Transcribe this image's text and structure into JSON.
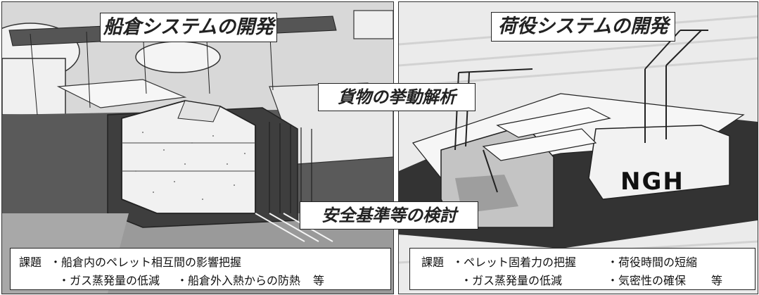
{
  "left": {
    "title": "船倉システムの開発",
    "issues": {
      "label": "課題",
      "line1": "・船倉内のペレット相互間の影響把握",
      "line2a": "・ガス蒸発量の低減",
      "line2b": "・船倉外入熱からの防熱",
      "line2c": "等"
    }
  },
  "right": {
    "title": "荷役システムの開発",
    "issues": {
      "label": "課題",
      "line1a": "・ペレット固着力の把握",
      "line1b": "・荷役時間の短縮",
      "line2a": "・ガス蒸発量の低減",
      "line2b": "・気密性の確保",
      "line2c": "等"
    },
    "ship_marking": "NGH"
  },
  "center": {
    "cargo_analysis": "貨物の挙動解析",
    "safety_standards": "安全基準等の検討"
  }
}
